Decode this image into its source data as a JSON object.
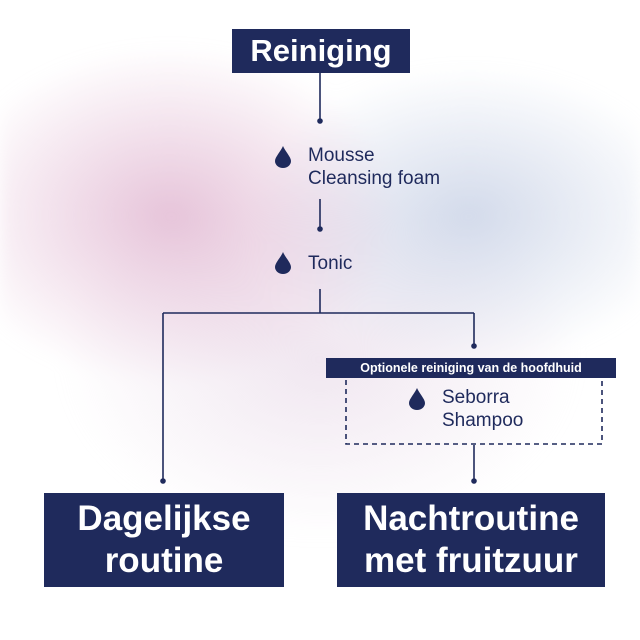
{
  "title": "Reiniging",
  "steps": [
    {
      "lines": [
        "Mousse",
        "Cleansing foam"
      ],
      "icon": "drop-icon"
    },
    {
      "lines": [
        "Tonic"
      ],
      "icon": "drop-icon"
    }
  ],
  "optional": {
    "label": "Optionele reiniging van de hoofdhuid",
    "lines": [
      "Seborra",
      "Shampoo"
    ],
    "icon": "drop-icon"
  },
  "outcomes": {
    "left": [
      "Dagelijkse",
      "routine"
    ],
    "right": [
      "Nachtroutine",
      "met fruitzuur"
    ]
  },
  "colors": {
    "navy": "#1f2a5c",
    "pink": "#deb0cd",
    "blue": "#c4cee4"
  }
}
